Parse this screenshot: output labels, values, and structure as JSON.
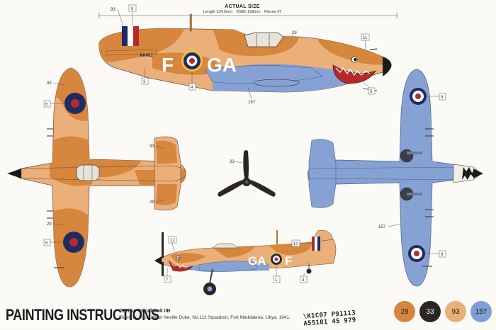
{
  "header": {
    "actual_size_title": "ACTUAL SIZE",
    "length": "Length 134.5mm",
    "width": "Width 158mm",
    "pieces": "Pieces 47"
  },
  "footer": {
    "title": "PAINTING INSTRUCTIONS",
    "model_name": "Curtiss Tomahawk IIB",
    "flown_by": "Flown by Pilot Officer Neville Duke, No.112 Squadron, Fort Maddalena, Libya, 1941.",
    "stamp_line1": "\\K1C07 P91113",
    "stamp_line2": "A55101 45 979"
  },
  "side_view": {
    "code_left": "F",
    "code_right": "GA",
    "serial": "AK402"
  },
  "small_side_view": {
    "code_left": "GA",
    "code_right": "F"
  },
  "callouts": {
    "c93_side": "93",
    "c8": "8",
    "c29_side": "29",
    "c11": "11",
    "c3_side": "3",
    "c4": "4",
    "c5": "5",
    "c157_side": "157",
    "c93_top": "93",
    "c6_top": "6",
    "c93_tail": "93",
    "c29_tail": "29",
    "c29_wing": "29",
    "c6_bottom": "6",
    "c33": "33",
    "c9_top": "9",
    "c157_under": "157",
    "c9_bottom": "9",
    "c12": "12",
    "c7": "7",
    "c10": "10",
    "c1": "1",
    "c3_small": "3"
  },
  "paints": [
    {
      "code": "29",
      "color": "#d6863d"
    },
    {
      "code": "33",
      "color": "#2a2624"
    },
    {
      "code": "93",
      "color": "#ebaf7a"
    },
    {
      "code": "157",
      "color": "#7e9fd3"
    }
  ],
  "colors": {
    "desert_orange": "#d6863d",
    "light_sand": "#ebaf7a",
    "azure_blue": "#86a2d4",
    "roundel_blue": "#1f2b63",
    "roundel_red": "#b82a2a"
  }
}
